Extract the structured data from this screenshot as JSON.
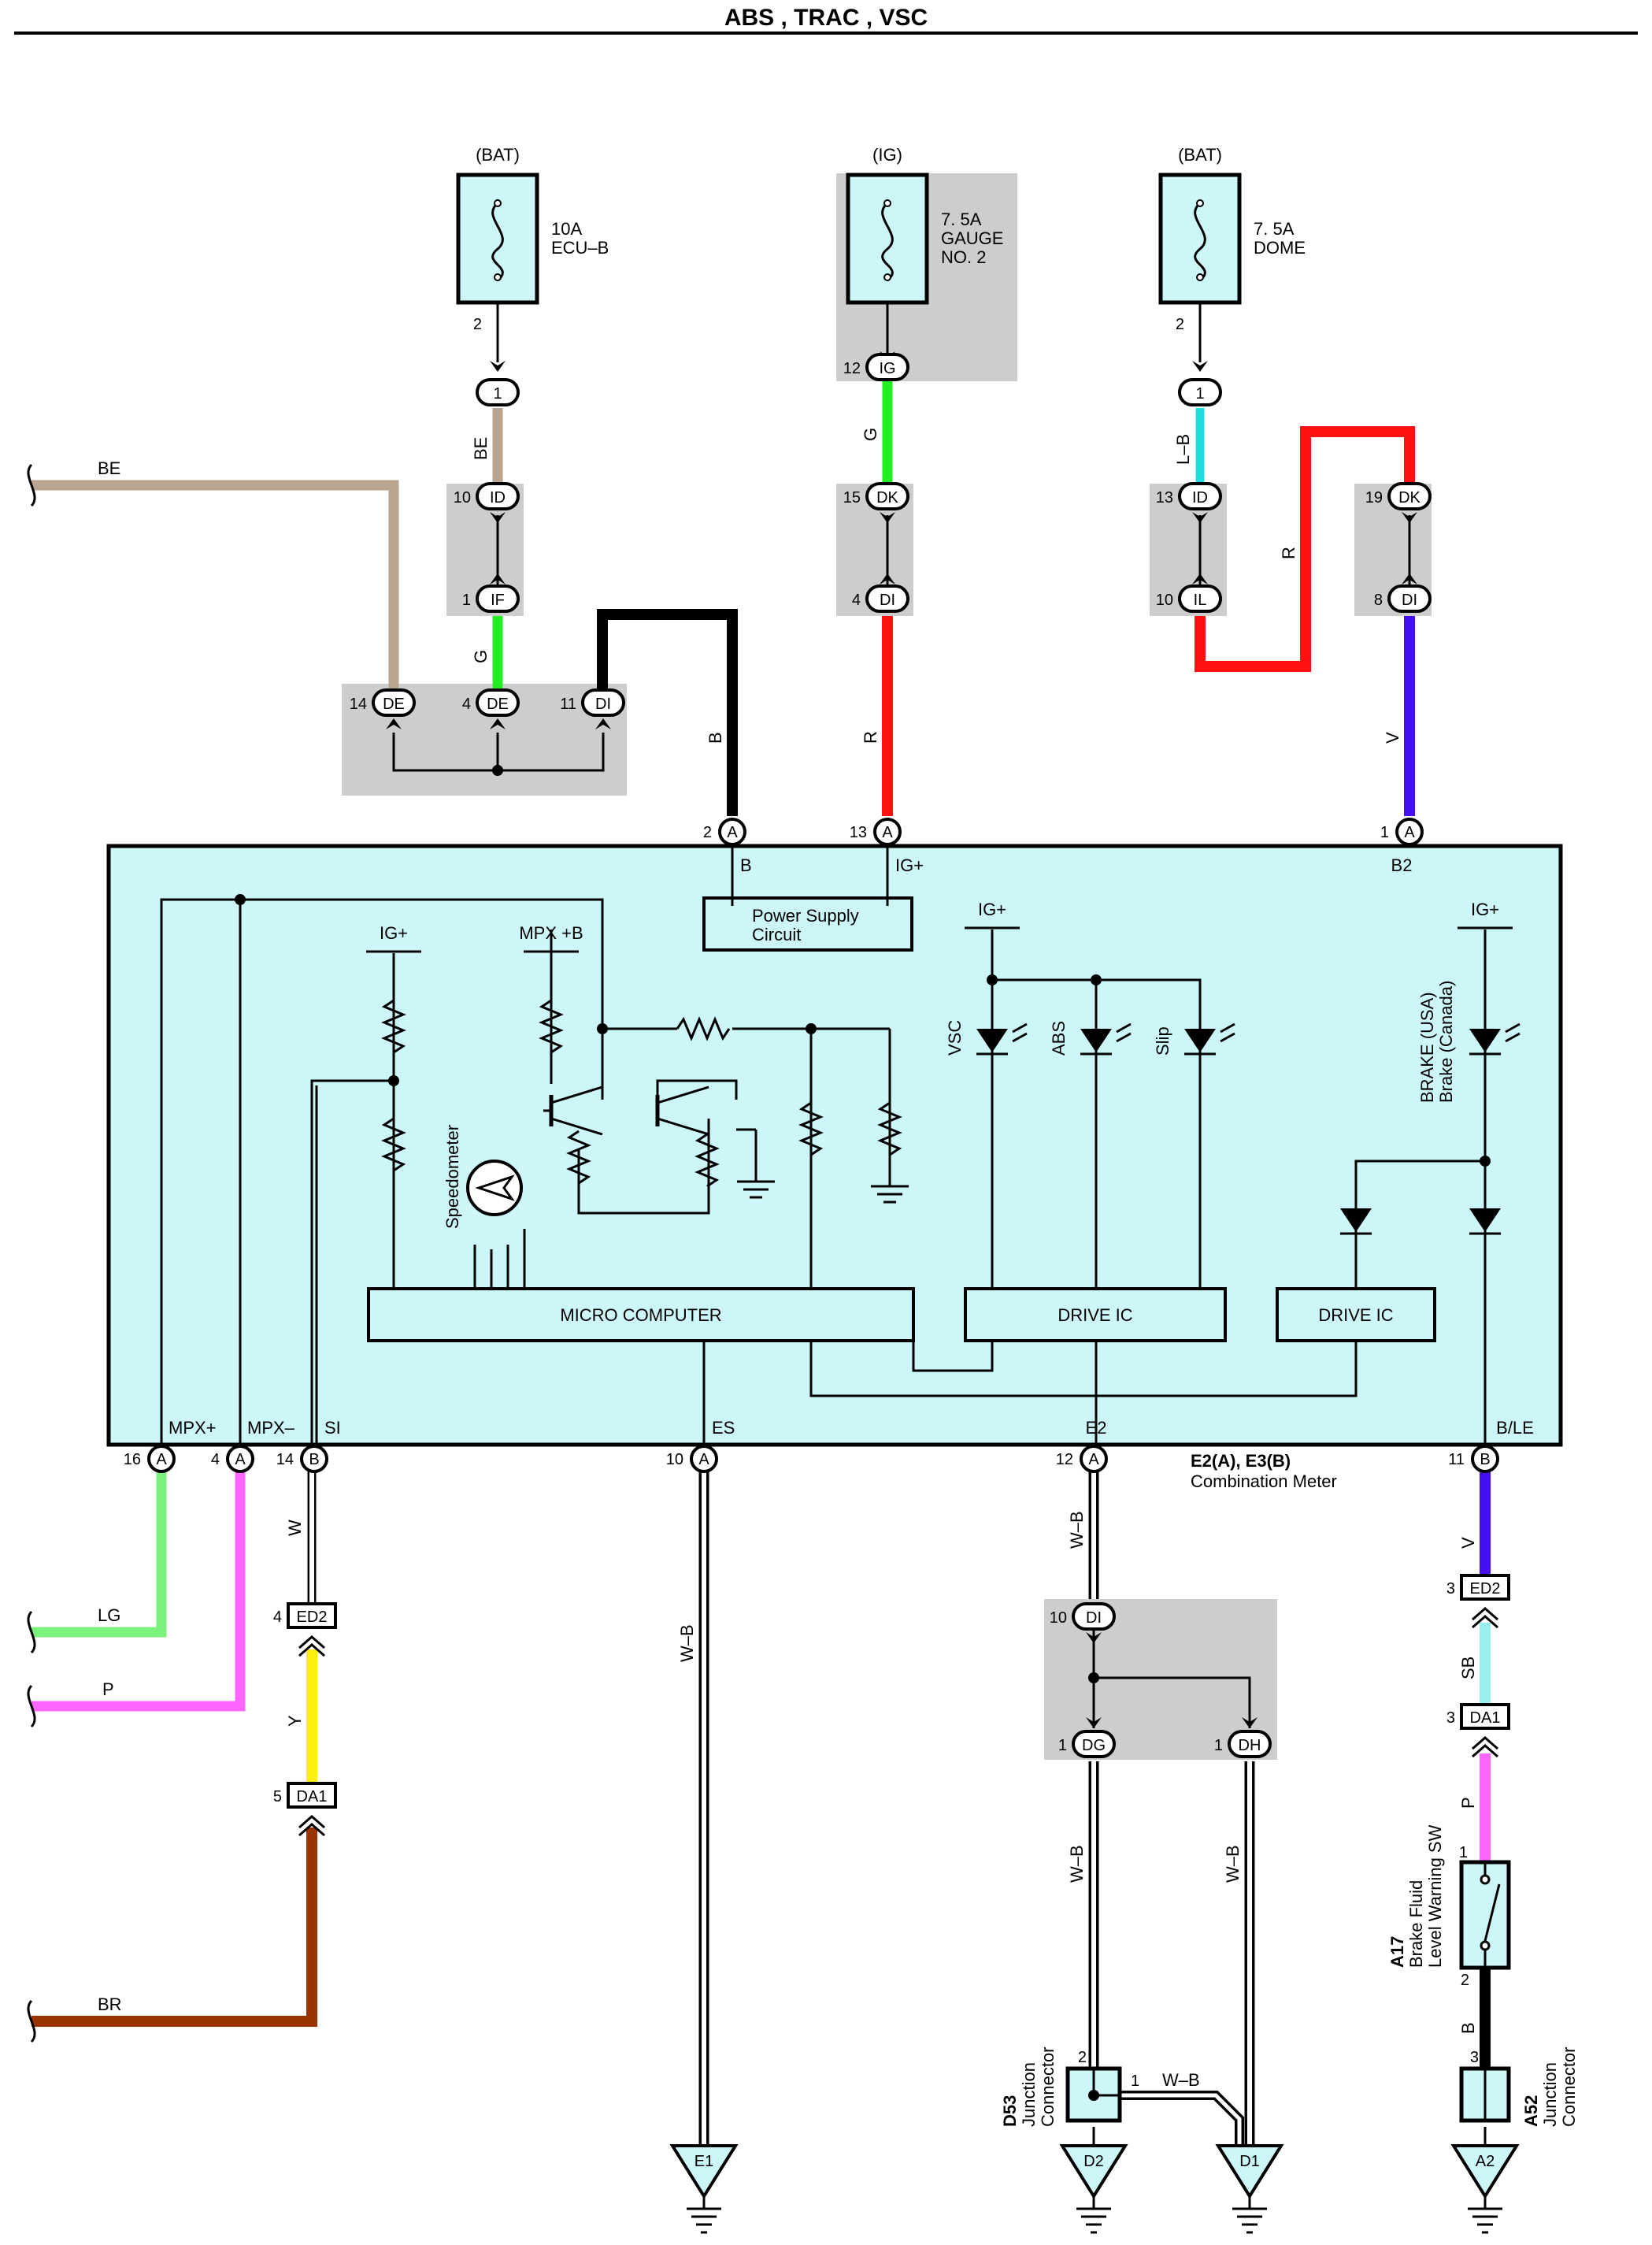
{
  "title": "ABS , TRAC , VSC",
  "colors": {
    "BE": "#b8a590",
    "G": "#22ee22",
    "B": "#000000",
    "R": "#ff1111",
    "LB": "#22dddd",
    "V": "#4411ee",
    "LG": "#7cf27c",
    "P": "#ff66ff",
    "W": "#ffffff",
    "Y": "#ffee11",
    "BR": "#993300",
    "SB": "#99eeee",
    "meter_fill": "#cdf6f8",
    "shade": "#cdcdcd"
  },
  "fuses": [
    {
      "source": "(BAT)",
      "rating": "10A",
      "name1": "ECU–B",
      "name2": "",
      "pin": "2"
    },
    {
      "source": "(IG)",
      "rating": "7. 5A",
      "name1": "GAUGE",
      "name2": "NO. 2",
      "pin": "12"
    },
    {
      "source": "(BAT)",
      "rating": "7. 5A",
      "name1": "DOME",
      "name2": "",
      "pin": "2"
    }
  ],
  "connectors": {
    "c1a": "1",
    "c1b": "ID",
    "c1c": "IF",
    "c14de": "DE",
    "c4de": "DE",
    "c11di": "DI",
    "c2ig": "IG",
    "c2dk": "DK",
    "c2di": "DI",
    "c3a": "1",
    "c3id": "ID",
    "c3il": "IL",
    "c3dk": "DK",
    "c3di": "DI",
    "a_pin": "A",
    "b_pin": "B",
    "ed2": "ED2",
    "da1": "DA1",
    "dg": "DG",
    "dh": "DH",
    "di_low": "DI"
  },
  "pins": {
    "p10": "10",
    "p1": "1",
    "p14": "14",
    "p4": "4",
    "p11": "11",
    "p12": "12",
    "p15": "15",
    "p4b": "4",
    "p13": "13",
    "p10b": "10",
    "p19": "19",
    "p8": "8",
    "m2": "2",
    "m13": "13",
    "m1": "1",
    "m16": "16",
    "m4": "4",
    "m14": "14",
    "m10": "10",
    "m12": "12",
    "m11": "11",
    "ed2_pin": "4",
    "da1_pin": "5",
    "di_pin": "10",
    "dg_pin": "1",
    "dh_pin": "1",
    "r_ed2_pin": "3",
    "r_da1_pin": "3",
    "sw1": "1",
    "sw2": "2",
    "j3": "3",
    "d53_2": "2",
    "d53_1": "1"
  },
  "wire_labels": {
    "be_top": "BE",
    "be_left": "BE",
    "g1": "G",
    "b1": "B",
    "g2": "G",
    "r1": "R",
    "lb": "L–B",
    "r2": "R",
    "v1": "V",
    "w": "W",
    "y": "Y",
    "wb_es": "W–B",
    "wb_e2": "W–B",
    "wb_dg": "W–B",
    "wb_dh": "W–B",
    "wb_j": "W–B",
    "lg": "LG",
    "p": "P",
    "br": "BR",
    "v2": "V",
    "sb": "SB",
    "p2": "P",
    "b2": "B"
  },
  "meter": {
    "b_label": "B",
    "ig_label": "IG+",
    "b2_label": "B2",
    "power_supply_1": "Power Supply",
    "power_supply_2": "Circuit",
    "ig1": "IG+",
    "mpxb": "MPX +B",
    "ig2": "IG+",
    "ig3": "IG+",
    "speedometer": "Speedometer",
    "vsc": "VSC",
    "abs": "ABS",
    "slip": "Slip",
    "brake1": "BRAKE (USA)",
    "brake2": "Brake (Canada)",
    "micro": "MICRO COMPUTER",
    "drive1": "DRIVE IC",
    "drive2": "DRIVE IC",
    "mpxp": "MPX+",
    "mpxm": "MPX–",
    "si": "SI",
    "es": "ES",
    "e2": "E2",
    "ble": "B/LE",
    "name1": "E2(A), E3(B)",
    "name2": "Combination Meter"
  },
  "lower": {
    "d53_code": "D53",
    "d53_name1": "Junction",
    "d53_name2": "Connector",
    "a52_code": "A52",
    "a52_name1": "Junction",
    "a52_name2": "Connector",
    "a17_code": "A17",
    "a17_name1": "Brake Fluid",
    "a17_name2": "Level Warning SW",
    "ground_e1": "E1",
    "ground_d2": "D2",
    "ground_d1": "D1",
    "ground_a2": "A2"
  }
}
